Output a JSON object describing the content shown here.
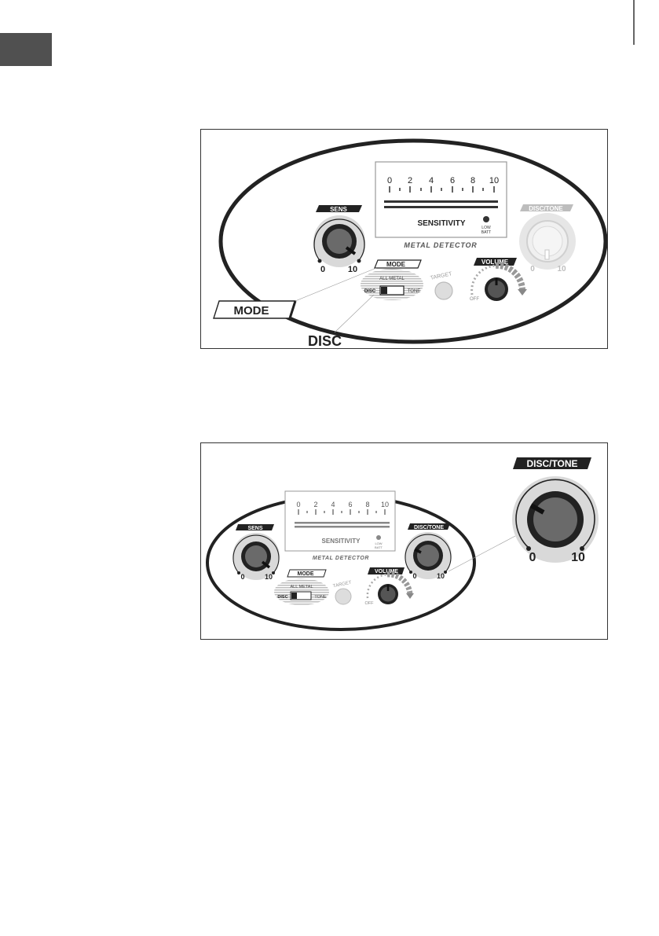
{
  "figure1": {
    "scale_ticks": [
      "0",
      "2",
      "4",
      "6",
      "8",
      "10"
    ],
    "sensitivity_label": "SENSITIVITY",
    "low_batt_label": [
      "LOW",
      "BATT"
    ],
    "brand_label": "METAL DETECTOR",
    "sens_label": "SENS",
    "sens_min": "0",
    "sens_max": "10",
    "disc_tone_label": "DISC/TONE",
    "disc_tone_min": "0",
    "disc_tone_max": "10",
    "mode_label": "MODE",
    "all_metal_label": "ALL METAL",
    "disc_label": "DISC",
    "tone_label": "TONE",
    "target_label": "TARGET",
    "volume_label": "VOLUME",
    "off_label": "OFF",
    "callout_mode": "MODE",
    "callout_disc": "DISC"
  },
  "figure2": {
    "scale_ticks": [
      "0",
      "2",
      "4",
      "6",
      "8",
      "10"
    ],
    "sensitivity_label": "SENSITIVITY",
    "low_batt_label": [
      "LOW",
      "BATT"
    ],
    "brand_label": "METAL DETECTOR",
    "sens_label": "SENS",
    "sens_min": "0",
    "sens_max": "10",
    "disc_tone_label": "DISC/TONE",
    "disc_tone_min": "0",
    "disc_tone_max": "10",
    "mode_label": "MODE",
    "all_metal_label": "ALL METAL",
    "disc_label": "DISC",
    "tone_label": "TONE",
    "target_label": "TARGET",
    "volume_label": "VOLUME",
    "off_label": "OFF",
    "zoom_label": "DISC/TONE",
    "zoom_min": "0",
    "zoom_max": "10"
  }
}
